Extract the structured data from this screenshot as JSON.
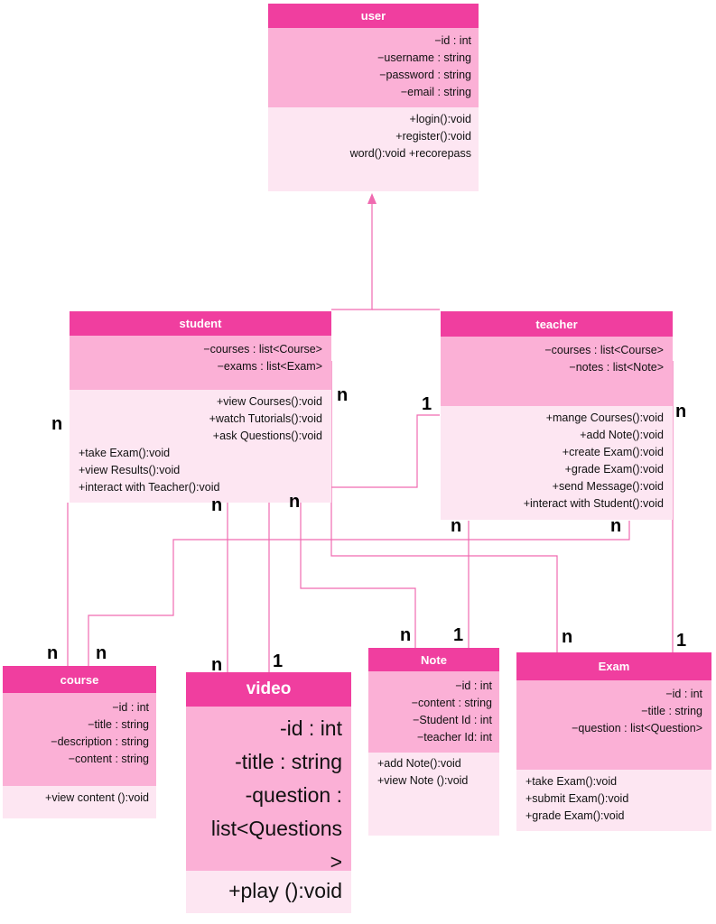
{
  "colors": {
    "header": "#f03e9f",
    "attributes": "#fbb0d6",
    "methods": "#fde6f2",
    "connector": "#f06ab0"
  },
  "classes": {
    "user": {
      "title": "user",
      "attributes": [
        "−id : int",
        "−username : string",
        "−password : string",
        "−email : string"
      ],
      "methods": [
        "+login():void",
        "+register():void",
        "word():void +recorepass"
      ]
    },
    "student": {
      "title": "student",
      "attributes": [
        "−courses : list<Course>",
        "−exams : list<Exam>"
      ],
      "methods_right": [
        "+view Courses():void",
        "+watch Tutorials():void",
        "+ask Questions():void"
      ],
      "methods_left": [
        "+take Exam():void",
        "+view Results():void",
        "+interact with Teacher():void"
      ]
    },
    "teacher": {
      "title": "teacher",
      "attributes": [
        "−courses : list<Course>",
        "−notes : list<Note>"
      ],
      "methods": [
        "+mange Courses():void",
        "+add Note():void",
        "+create Exam():void",
        "+grade Exam():void",
        "+send Message():void",
        "+interact with Student():void"
      ]
    },
    "course": {
      "title": "course",
      "attributes": [
        "−id : int",
        "−title : string",
        "−description : string",
        "−content : string"
      ],
      "methods": [
        "+view content ():void"
      ]
    },
    "video": {
      "title": "video",
      "attributes": [
        "-id : int",
        "-title : string",
        "-question :",
        "list<Questions",
        ">"
      ],
      "methods": [
        "+play ():void"
      ]
    },
    "note": {
      "title": "Note",
      "attributes": [
        "−id : int",
        "−content : string",
        "−Student Id : int",
        "−teacher Id: int"
      ],
      "methods": [
        "+add Note():void",
        "+view Note ():void"
      ]
    },
    "exam": {
      "title": "Exam",
      "attributes": [
        "−id : int",
        "−title : string",
        "−question : list<Question>"
      ],
      "methods": [
        "+take Exam():void",
        "+submit Exam():void",
        "+grade Exam():void"
      ]
    }
  },
  "multiplicities": {
    "student_course": "n",
    "student_right": "n",
    "student_video": "n",
    "student_note": "n",
    "teacher_one": "1",
    "teacher_exam": "n",
    "teacher_note_n": "n",
    "teacher_course_n": "n",
    "course_student": "n",
    "course_teacher": "n",
    "video_student": "n",
    "video_teacher": "1",
    "note_student": "n",
    "note_teacher": "1",
    "exam_student": "n",
    "exam_teacher": "1"
  }
}
